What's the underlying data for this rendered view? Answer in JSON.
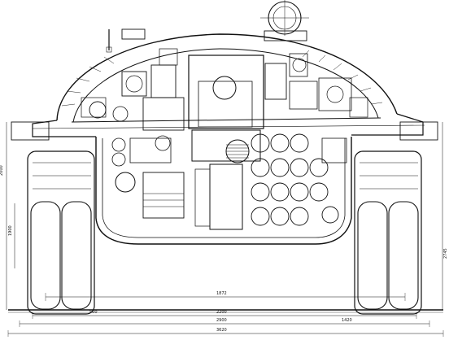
{
  "drawing": {
    "dimensions": {
      "track_gauge": "1872",
      "overall_width": "3620",
      "hull_width": "2900",
      "inner_width": "2200",
      "total_height_left": "2000",
      "wheel_height": "1900",
      "ground_clearance": "500",
      "hull_floor_offset": "1420",
      "right_height": "2745"
    }
  }
}
